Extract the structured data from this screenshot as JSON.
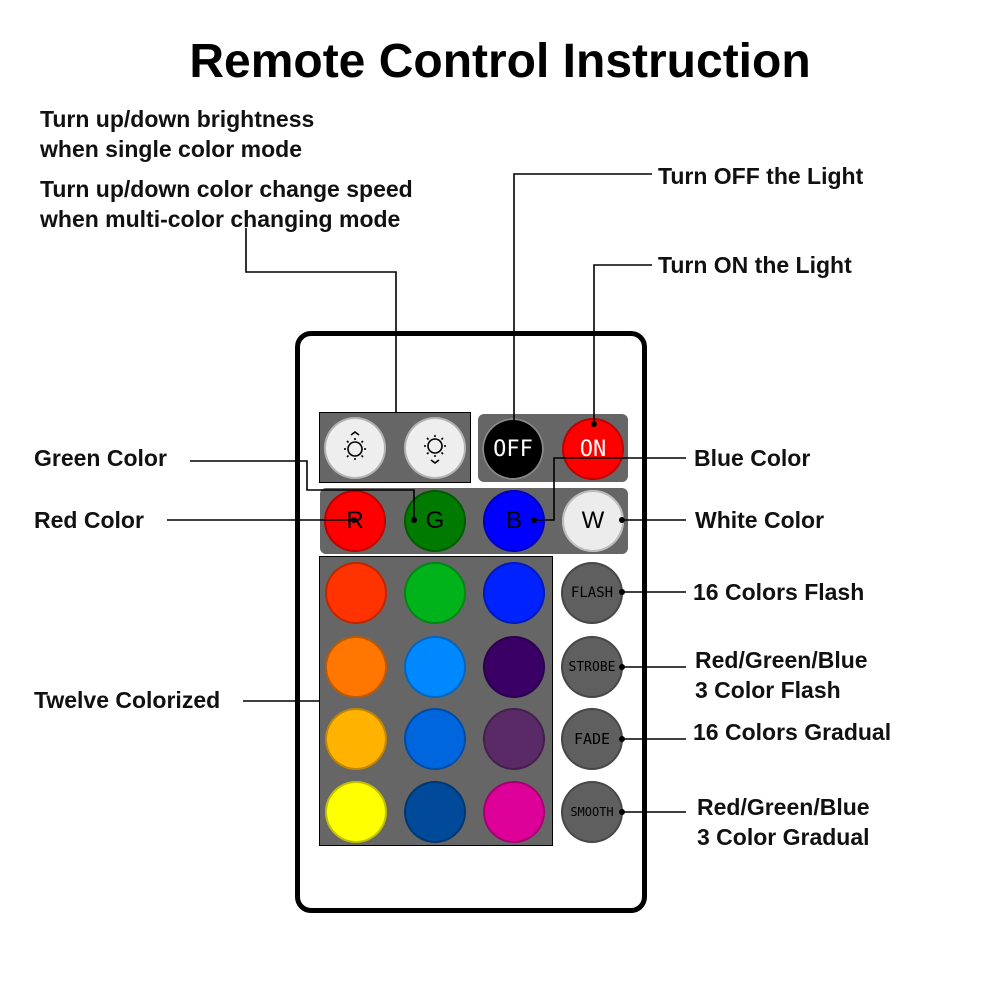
{
  "title": "Remote Control Instruction",
  "labels": {
    "brightness_line1": "Turn up/down brightness",
    "brightness_line2": "when single color mode",
    "speed_line1": "Turn up/down color change speed",
    "speed_line2": "when multi-color changing mode",
    "turn_off": "Turn OFF the Light",
    "turn_on": "Turn ON the Light",
    "green": "Green Color",
    "red": "Red Color",
    "blue": "Blue Color",
    "white": "White Color",
    "flash": "16 Colors Flash",
    "strobe_line1": "Red/Green/Blue",
    "strobe_line2": "3 Color Flash",
    "fade": "16 Colors Gradual",
    "smooth_line1": "Red/Green/Blue",
    "smooth_line2": "3 Color Gradual",
    "twelve": "Twelve Colorized"
  },
  "buttons": {
    "off": "OFF",
    "on": "ON",
    "r": "R",
    "g": "G",
    "b": "B",
    "w": "W",
    "flash": "FLASH",
    "strobe": "STROBE",
    "fade": "FADE",
    "smooth": "SMOOTH"
  },
  "colors": {
    "off": "#000000",
    "on": "#ff0000",
    "red": "#ff0000",
    "green": "#007a00",
    "blue": "#0000ff",
    "white": "#ececec",
    "brightness": "#eeeeee",
    "mode": "#5f5f5f",
    "grid": [
      "#ff3300",
      "#00b31a",
      "#0022ff",
      "#ff7700",
      "#0088ff",
      "#3a0066",
      "#ffb300",
      "#0066dd",
      "#5a2a66",
      "#ffff00",
      "#004a99",
      "#dd0099"
    ]
  }
}
